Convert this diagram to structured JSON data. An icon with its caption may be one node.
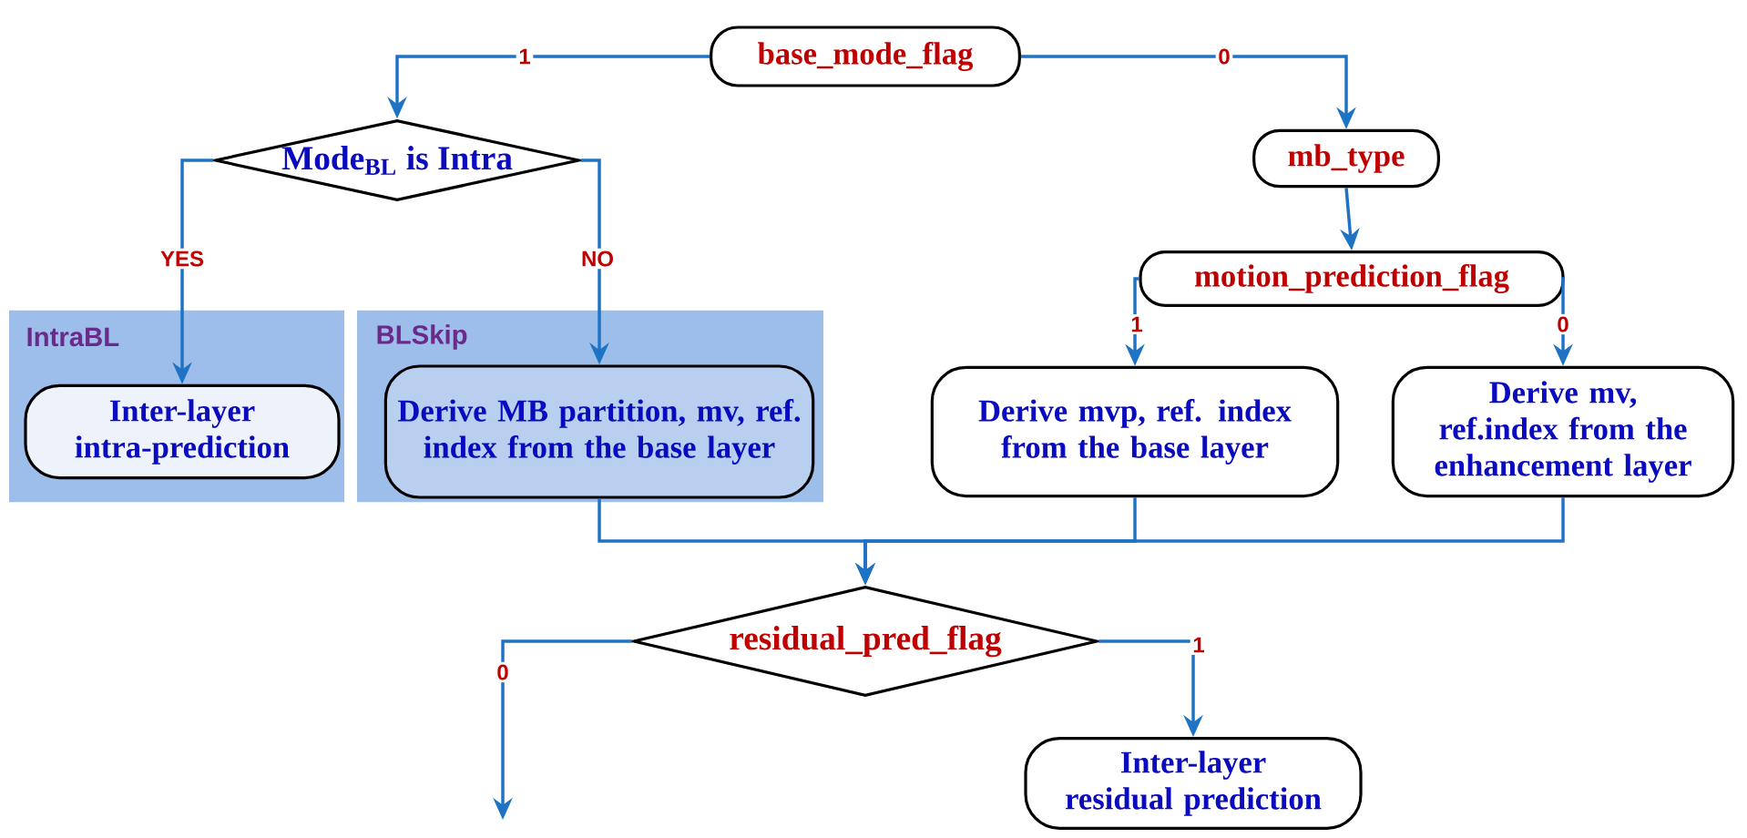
{
  "diagram": {
    "nodes": [
      {
        "text": [
          "base_mode_flag"
        ]
      },
      {
        "text": [
          "Mode$_{BL}$ is Intra"
        ]
      },
      {
        "text": [
          "mb_type"
        ]
      },
      {
        "text": [
          "motion_prediction_flag"
        ]
      },
      {
        "text": [
          "IntraBL"
        ]
      },
      {
        "text": [
          "Inter-layer intra-prediction"
        ],
        "in": 4
      },
      {
        "text": [
          "BLSkip"
        ]
      },
      {
        "text": [
          "Derive MB partition, mv,  ref. index from the base layer"
        ],
        "in": 6
      },
      {
        "text": [
          "Derive mvp,  ref. index from the base layer"
        ]
      },
      {
        "text": [
          "Derive mv, ref.index from the enhancement layer"
        ]
      },
      {
        "text": [
          "residual_pred_flag"
        ]
      },
      {
        "text": [
          "Inter-layer residual prediction"
        ]
      }
    ],
    "edges": [
      {
        "from": 0,
        "to": 1,
        "arrow": "to",
        "label": "1"
      },
      {
        "from": 0,
        "to": 2,
        "arrow": "to",
        "label": "0"
      },
      {
        "from": 1,
        "to": 5,
        "arrow": "to",
        "label": "YES"
      },
      {
        "from": 1,
        "to": 7,
        "arrow": "to",
        "label": "NO"
      },
      {
        "from": 2,
        "to": 3,
        "arrow": "to"
      },
      {
        "from": 3,
        "to": 8,
        "arrow": "to",
        "label": "1"
      },
      {
        "from": 3,
        "to": 9,
        "arrow": "to",
        "label": "0"
      },
      {
        "from": 7,
        "to": 10,
        "arrow": "to"
      },
      {
        "from": 8,
        "to": 10,
        "arrow": "to"
      },
      {
        "from": 9,
        "to": 10,
        "arrow": "to"
      },
      {
        "from": 10,
        "to": 11,
        "arrow": "to",
        "label": "1"
      },
      {
        "from": 10,
        "to": null,
        "arrow": "to",
        "label": "0"
      }
    ]
  }
}
